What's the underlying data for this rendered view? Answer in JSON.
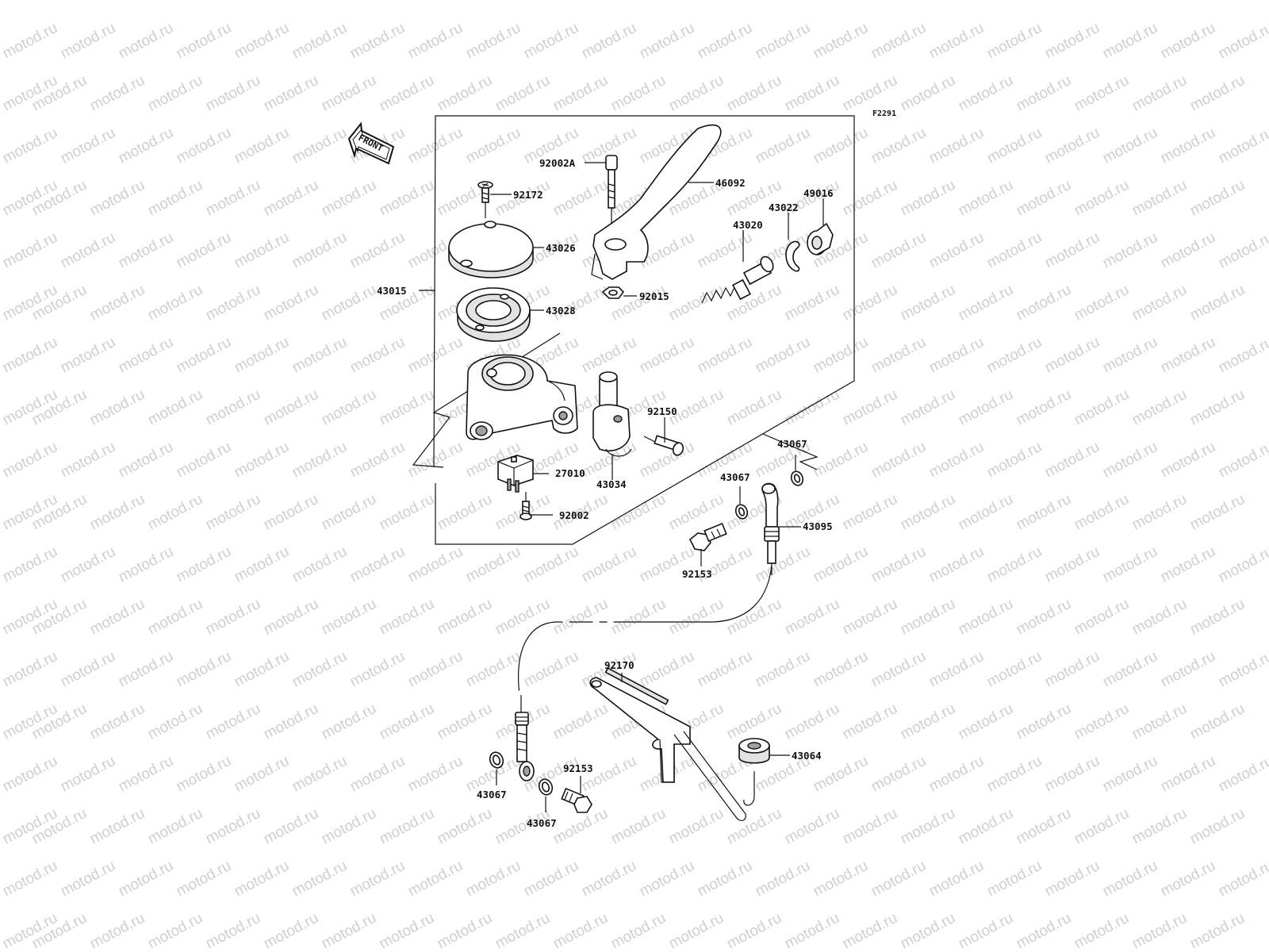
{
  "watermark": {
    "text": "motod.ru"
  },
  "figure_code": "F2291",
  "front_marker": {
    "text": "FRONT"
  },
  "parts": [
    {
      "number": "92002A"
    },
    {
      "number": "46092"
    },
    {
      "number": "92172"
    },
    {
      "number": "43026"
    },
    {
      "number": "43015"
    },
    {
      "number": "43028"
    },
    {
      "number": "92015"
    },
    {
      "number": "43020"
    },
    {
      "number": "43022"
    },
    {
      "number": "49016"
    },
    {
      "number": "92150"
    },
    {
      "number": "27010"
    },
    {
      "number": "43034"
    },
    {
      "number": "92002"
    },
    {
      "number": "43067"
    },
    {
      "number": "43067"
    },
    {
      "number": "43095"
    },
    {
      "number": "92153"
    },
    {
      "number": "92170"
    },
    {
      "number": "43064"
    },
    {
      "number": "92153"
    },
    {
      "number": "43067"
    },
    {
      "number": "43067"
    }
  ]
}
